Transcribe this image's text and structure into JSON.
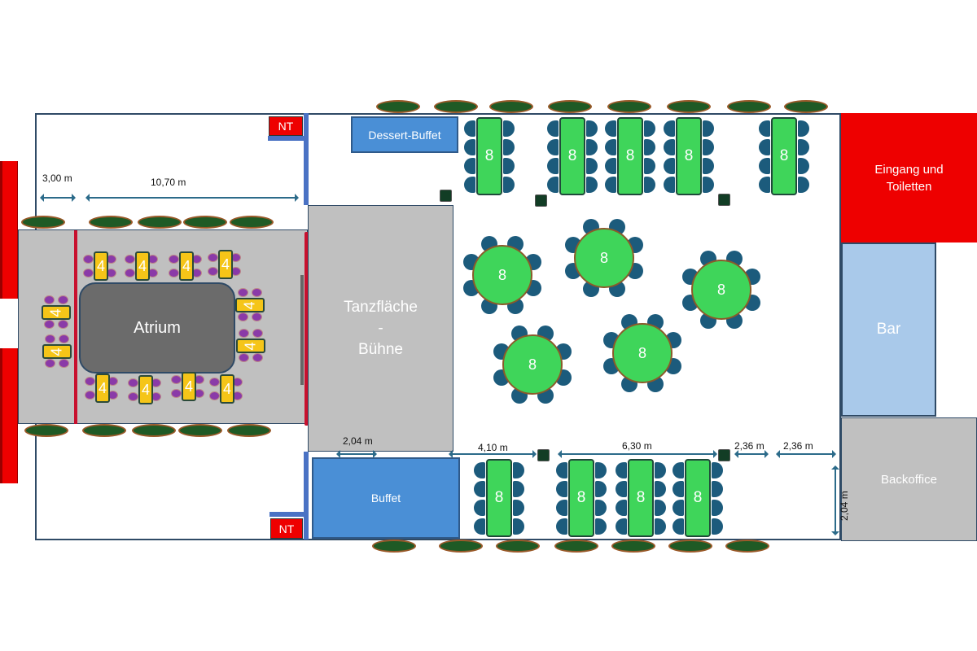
{
  "rooms": {
    "emergency_exit_top": "NT",
    "emergency_exit_bottom": "NT",
    "dessert_buffet": "Dessert-Buffet",
    "buffet": "Buffet",
    "entrance": "Eingang und Toiletten",
    "bar": "Bar",
    "backoffice": "Backoffice",
    "dance_floor_line1": "Tanzfläche",
    "dance_floor_line2": "-",
    "dance_floor_line3": "Bühne",
    "atrium": "Atrium"
  },
  "dimensions": {
    "left_gap": "3,00 m",
    "atrium_length": "10,70 m",
    "buffet_offset": "2,04 m",
    "gap_a": "4,10 m",
    "gap_b": "6,30 m",
    "gap_c": "2,36 m",
    "gap_d": "2,36 m",
    "backoffice_height": "2,04 m"
  },
  "tables": {
    "top_rect": [
      "8",
      "8",
      "8",
      "8",
      "8"
    ],
    "bottom_rect": [
      "8",
      "8",
      "8",
      "8"
    ],
    "round": [
      "8",
      "8",
      "8",
      "8",
      "8"
    ],
    "atrium_small": [
      "4",
      "4",
      "4",
      "4",
      "4",
      "4",
      "4",
      "4",
      "4",
      "4",
      "4",
      "4"
    ]
  },
  "colors": {
    "table_green": "#3fd55a",
    "chair_blue": "#1c5b7c",
    "exit_red": "#ee0000",
    "buffet_blue": "#4a8fd6",
    "bar_blue": "#a9c9ea",
    "floor_gray": "#c0c0c0"
  }
}
